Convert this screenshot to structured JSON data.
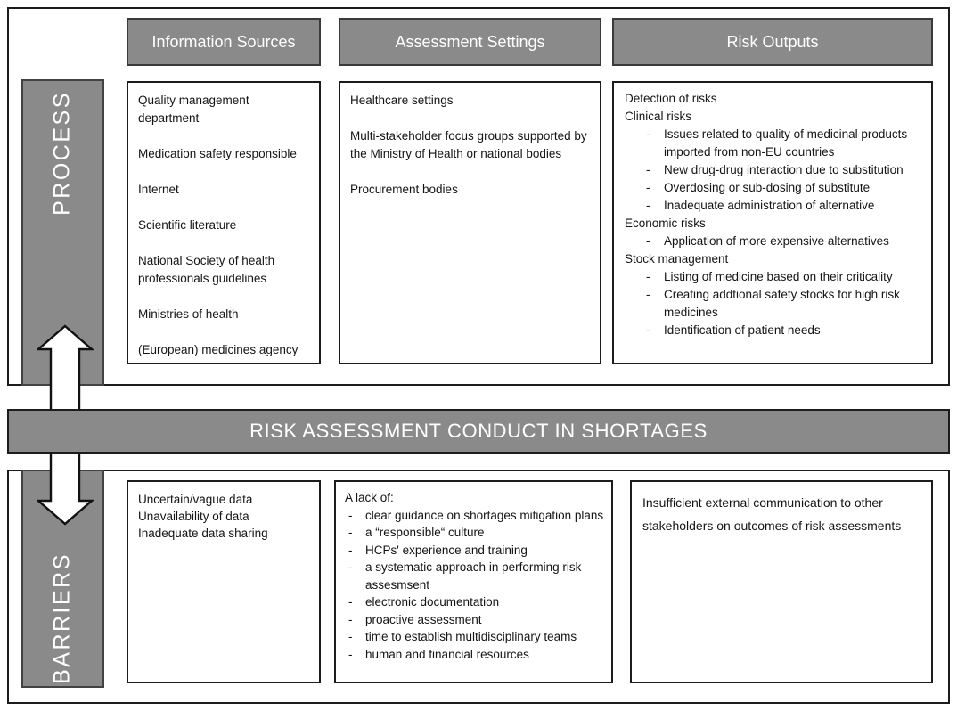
{
  "band": {
    "title": "RISK ASSESSMENT CONDUCT IN SHORTAGES"
  },
  "side_labels": {
    "process": "PROCESS",
    "barriers": "BARRIERS"
  },
  "headers": [
    {
      "label": "Information Sources"
    },
    {
      "label": "Assessment Settings"
    },
    {
      "label": "Risk Outputs"
    }
  ],
  "process_row": {
    "information_sources": {
      "entries": [
        "Quality management department",
        "Medication safety responsible",
        "Internet",
        "Scientific literature",
        "National Society of health professionals guidelines",
        "Ministries of health",
        "(European) medicines agency"
      ]
    },
    "assessment_settings": {
      "entries": [
        "Healthcare settings",
        "Multi-stakeholder focus groups supported by the Ministry of Health or national bodies",
        "Procurement bodies"
      ]
    },
    "risk_outputs": {
      "sections": [
        {
          "label": "Detection of risks",
          "items": []
        },
        {
          "label": "Clinical risks",
          "items": [
            "Issues related to quality of medicinal products imported from non-EU countries",
            "New drug-drug interaction due to substitution",
            "Overdosing or sub-dosing of substitute",
            "Inadequate administration of alternative"
          ]
        },
        {
          "label": "Economic risks",
          "items": [
            "Application of more expensive alternatives"
          ]
        },
        {
          "label": "Stock management",
          "items": [
            "Listing of medicine based on their criticality",
            "Creating addtional safety stocks for high risk medicines",
            "Identification of patient needs"
          ]
        }
      ]
    }
  },
  "barriers_row": {
    "data_box": {
      "entries": [
        "Uncertain/vague data",
        "Unavailability of data",
        "Inadequate data sharing"
      ]
    },
    "lack_box": {
      "intro": "A lack of:",
      "items": [
        "clear guidance on shortages mitigation plans",
        "a “responsible“ culture",
        "HCPs' experience and training",
        "a systematic approach in performing risk assesmsent",
        "electronic documentation",
        "proactive assessment",
        "time to establish multidisciplinary teams",
        "human and financial resources"
      ]
    },
    "communication_box": {
      "text": "Insufficient external communication to other stakeholders on outcomes of risk assessments"
    }
  },
  "colors": {
    "gray_fill": "#8a8a8a",
    "border_dark": "#1c1c1c",
    "text_on_gray": "#ffffff",
    "text_body": "#141414"
  }
}
